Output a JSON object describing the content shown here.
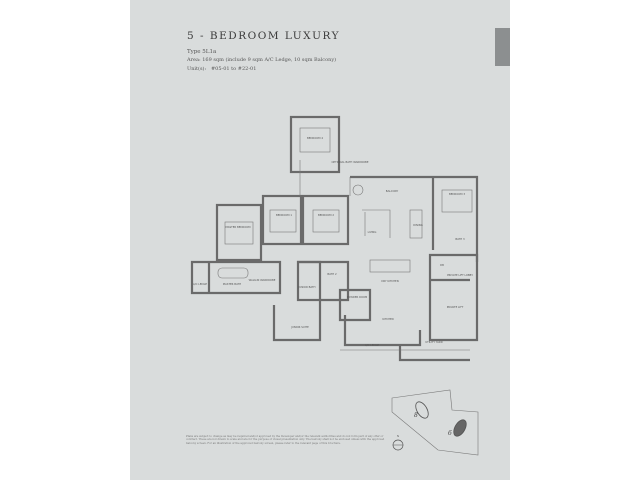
{
  "header": {
    "title": "5 - BEDROOM LUXURY",
    "type": "Type 5L1a",
    "area": "Area: 169 sqm (include 9 sqm A/C Ledge, 10 sqm Balcony)",
    "units_label": "Unit(s):",
    "units": "#05-01 to #22-01"
  },
  "plan": {
    "rooms": {
      "bedroom4": "BEDROOM 4",
      "optional": "OPTIONAL BATH WARDROBE",
      "master_bedroom": "MASTER BEDROOM",
      "bedroom1": "BEDROOM 1",
      "bedroom2": "BEDROOM 2",
      "balcony": "BALCONY",
      "living": "LIVING",
      "dining": "DINING",
      "bedroom3": "BEDROOM 3",
      "bath3": "BATH 3",
      "db": "DB",
      "lift_lobby": "PRIVATE LIFT LOBBY",
      "private_lift": "PRIVATE LIFT",
      "dry_kitchen": "DRY KITCHEN",
      "powder": "POWDER ROOM",
      "kitchen": "KITCHEN",
      "ac_ledge1": "A/C LEDGE",
      "ac_ledge2": "A/C LEDGE",
      "utility": "UTILITY YARD",
      "master_bath": "MASTER BATH",
      "walkin": "WALK-IN WARDROBE",
      "junior_bath": "JUNIOR BATH",
      "bath2": "BATH 2",
      "junior_suite": "JUNIOR SUITE"
    }
  },
  "keyplan": {
    "block_a": "8",
    "block_b": "6",
    "north": "N"
  },
  "disclaimer": "Plans are subject to change as may be required and/or approved by the Developer and/or the relevant authorities and do not form part of any offer or contract. These are not drawn to scale and are for the purpose of visual presentation only. The balcony shall not be enclosed unless with the approved balcony screen. For an illustration of the approved balcony screen, please refer to the relevant page of this brochure."
}
